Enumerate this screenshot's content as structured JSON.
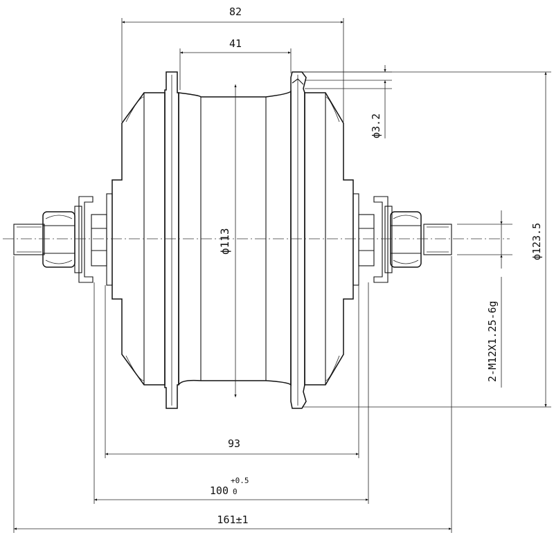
{
  "dimensions": {
    "hub_width": "82",
    "flange_spacing": "41",
    "flange_hole": "ϕ3.2",
    "shell_diameter": "ϕ113",
    "flange_diameter": "ϕ123.5",
    "thread_spec": "2-M12X1.25-6g",
    "stator_width": "93",
    "dropout_width": "100",
    "dropout_tol_upper": "+0.5",
    "dropout_tol_lower": "0",
    "axle_length": "161±1"
  },
  "colors": {
    "line": "#111111",
    "background": "#ffffff"
  }
}
